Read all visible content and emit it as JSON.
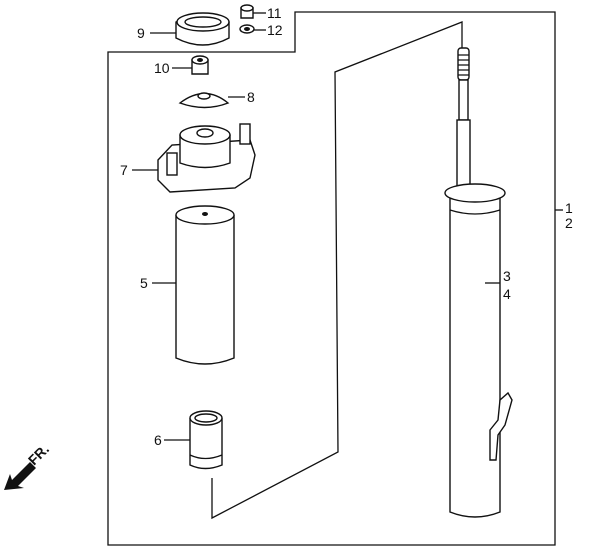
{
  "diagram": {
    "callouts": [
      "1",
      "2",
      "3",
      "4",
      "5",
      "6",
      "7",
      "8",
      "9",
      "10",
      "11",
      "12"
    ],
    "direction_label": "FR."
  }
}
